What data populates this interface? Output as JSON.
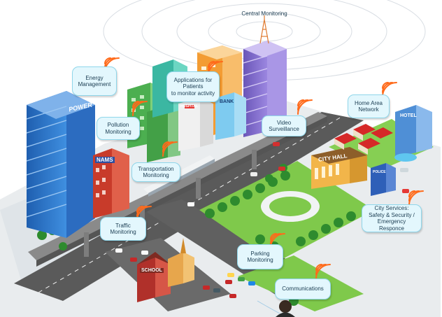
{
  "callouts": {
    "central_monitoring": "Central Monitoring",
    "energy_management": "Energy\nManagement",
    "applications_for_patients": "Applications for\nPatients\nto monitor activity",
    "pollution_monitoring": "Pollution\nMonitoring",
    "transportation_monitoring": "Transportation\nMonitoring",
    "video_surveillance": "Video\nSurveillance",
    "home_area_network": "Home Area\nNetwork",
    "city_services": "City Services:\nSafety & Security /\nEmergency Responce",
    "traffic_monitoring": "Traffic\nMonitoring",
    "parking_monitoring": "Parking\nMonitoring",
    "communications": "Communications"
  },
  "signs": {
    "power": "POWER",
    "nams": "NAMS",
    "hospital": "HOSPITAL",
    "bank": "BANK",
    "city_hall": "CITY HALL",
    "hotel": "HOTEL",
    "police": "POLICE",
    "school": "SCHOOL"
  },
  "colors": {
    "wireless_signal": "#ff6a1a",
    "callout_fill": "#e3f7fd",
    "road": "#5a5a5a",
    "grass": "#7fc94b",
    "ground": "#e9ecee"
  },
  "icons": [
    "wifi-signal-icon",
    "radio-tower-icon"
  ]
}
